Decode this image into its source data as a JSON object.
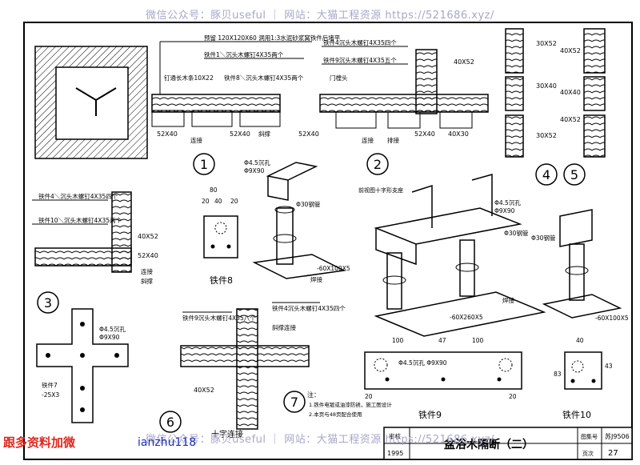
{
  "watermark": {
    "top": "微信公众号：豚贝useful ｜ 网站：大猫工程资源 https://521686.xyz/",
    "bottom": "微信公众号：豚贝useful ｜ 网站：大猫工程资源 https://521686.xyz/"
  },
  "overlay": {
    "left_red": "跟多资料加微",
    "left_blue": "ianzhu118"
  },
  "detail1": {
    "note1": "预留 120X120X60 洞用1:3水泥砂浆窝铁件后堵平",
    "note2": "铁件1＼沉头木螺钉4X35两个",
    "note3": "钉通长木条10X22",
    "note4": "铁件8＼沉头木螺钉4X35两个",
    "dim_a": "52X40",
    "dim_b": "52X40",
    "dim_c": "52X40",
    "lbl_weld": "连接",
    "lbl_brace": "斜撑",
    "number": "1"
  },
  "detail2": {
    "note1": "铁件4沉头木螺钉4X35四个",
    "note2": "铁件9沉头木螺钉4X35五个",
    "note3": "门樘头",
    "note4": "连接",
    "note5": "排接",
    "dim_a": "40X52",
    "dim_b": "52X40",
    "dim_c": "40X30",
    "number": "2"
  },
  "detail45": {
    "d1": "30X52",
    "d2": "40X52",
    "d3": "30X40",
    "d4": "40X40",
    "d5": "30X52",
    "d6": "40X52",
    "num4": "4",
    "num5": "5"
  },
  "detail3": {
    "note1": "铁件4＼沉头木螺钉4X35四个",
    "note2": "铁件10＼沉头木螺钉4X35两个",
    "dim_a": "40X52",
    "dim_b": "52X40",
    "lbl_weld": "连接",
    "lbl_brace": "斜撑",
    "number": "3",
    "plate_note1": "Φ4.5沉孔",
    "plate_note2": "Φ9X90",
    "plate_part": "铁件7",
    "plate_size": "-25X3"
  },
  "iron8": {
    "title": "铁件8",
    "note1": "Φ4.5沉孔",
    "note2": "Φ9X90",
    "note3": "Φ30钢管",
    "note4": "-60X100X5",
    "note5": "焊接",
    "d1": "80",
    "d2": "20",
    "d3": "40",
    "d4": "20"
  },
  "iron9": {
    "title": "铁件9",
    "note1": "前视图十字形支座",
    "note2": "Φ4.5沉孔",
    "note3": "Φ9X90",
    "note4": "Φ30钢管",
    "note5": "焊接",
    "note6": "-60X260X5",
    "plate_note": "Φ4.5沉孔 Φ9X90",
    "d1": "100",
    "d2": "47",
    "d3": "100",
    "d4": "20",
    "d5": "20"
  },
  "iron10": {
    "title": "铁件10",
    "note1": "Φ30钢管",
    "note2": "-60X100X5",
    "d1": "40",
    "d2": "43",
    "d3": "83"
  },
  "detail6": {
    "note1": "铁件9沉头木螺钉4X35八个",
    "note2": "铁件4沉头木螺钉4X35四个",
    "note3": "斜撑连接",
    "dim_a": "40X52",
    "caption": "十字连接",
    "number": "6"
  },
  "detail7": {
    "number": "7",
    "notes_title": "注：",
    "note1": "1.铁件电镀或油漆防锈，施工图设计",
    "note2": "2.本页与48页配合使用"
  },
  "titleblock": {
    "label_review": "审核",
    "title": "盆浴木隔断（二）",
    "year": "1995",
    "label_atlas": "图集号",
    "atlas_no": "苏J9506",
    "label_page": "页次",
    "page_no": "27"
  },
  "colors": {
    "line": "#000000",
    "watermark": "#a7a7c9",
    "red": "#e0281f",
    "blue": "#1d2db8"
  }
}
